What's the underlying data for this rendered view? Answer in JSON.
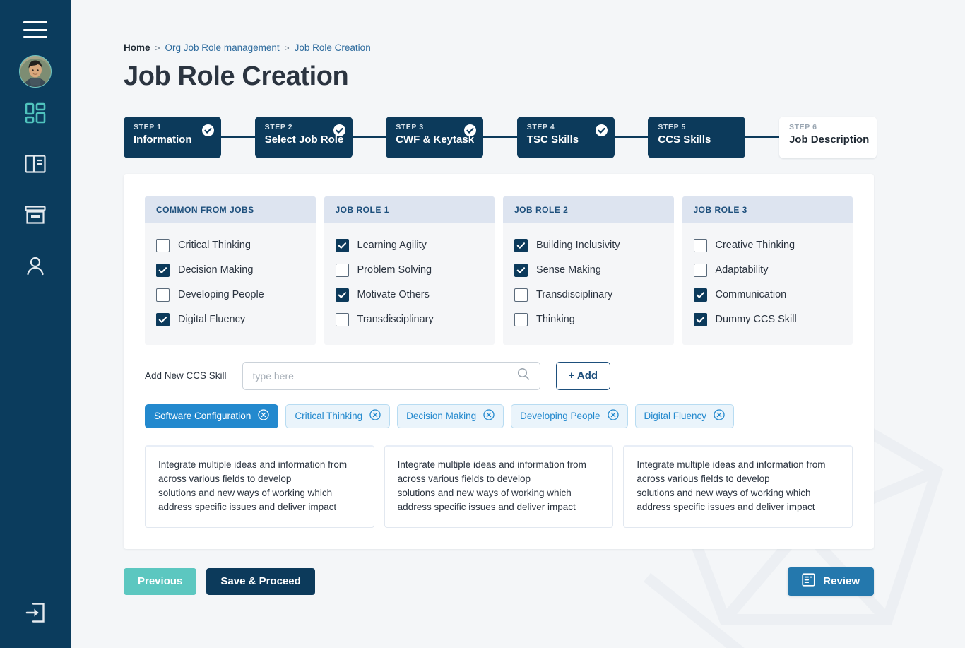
{
  "sidebar": {
    "menu_icon": "hamburger-menu-icon",
    "avatar_alt": "user-avatar",
    "items": [
      {
        "icon": "dashboard-grid-icon",
        "active": true
      },
      {
        "icon": "layout-panel-icon",
        "active": false
      },
      {
        "icon": "archive-box-icon",
        "active": false
      },
      {
        "icon": "person-icon",
        "active": false
      }
    ],
    "logout_icon": "logout-icon"
  },
  "breadcrumb": {
    "home": "Home",
    "separator": ">",
    "parent": "Org Job Role management",
    "current": "Job Role Creation"
  },
  "page": {
    "title": "Job Role Creation"
  },
  "stepper": {
    "steps": [
      {
        "num": "STEP 1",
        "name": "Information",
        "state": "done"
      },
      {
        "num": "STEP 2",
        "name": "Select Job Role",
        "state": "done"
      },
      {
        "num": "STEP 3",
        "name": "CWF & Keytask",
        "state": "done"
      },
      {
        "num": "STEP 4",
        "name": "TSC Skills",
        "state": "done"
      },
      {
        "num": "STEP 5",
        "name": "CCS Skills",
        "state": "active"
      },
      {
        "num": "STEP 6",
        "name": "Job Description",
        "state": "inactive"
      }
    ]
  },
  "columns": [
    {
      "title": "COMMON FROM JOBS",
      "items": [
        {
          "label": "Critical Thinking",
          "checked": false
        },
        {
          "label": "Decision Making",
          "checked": true
        },
        {
          "label": "Developing People",
          "checked": false
        },
        {
          "label": "Digital Fluency",
          "checked": true
        }
      ]
    },
    {
      "title": "JOB ROLE 1",
      "items": [
        {
          "label": "Learning Agility",
          "checked": true
        },
        {
          "label": "Problem Solving",
          "checked": false
        },
        {
          "label": "Motivate Others",
          "checked": true
        },
        {
          "label": "Transdisciplinary",
          "checked": false
        }
      ]
    },
    {
      "title": "JOB ROLE 2",
      "items": [
        {
          "label": "Building Inclusivity",
          "checked": true
        },
        {
          "label": "Sense Making",
          "checked": true
        },
        {
          "label": "Transdisciplinary",
          "checked": false
        },
        {
          "label": "Thinking",
          "checked": false
        }
      ]
    },
    {
      "title": "JOB ROLE 3",
      "items": [
        {
          "label": "Creative Thinking",
          "checked": false
        },
        {
          "label": "Adaptability",
          "checked": false
        },
        {
          "label": "Communication",
          "checked": true
        },
        {
          "label": "Dummy CCS Skill",
          "checked": true
        }
      ]
    }
  ],
  "add_skill": {
    "label": "Add New CCS Skill",
    "input_value": "",
    "placeholder": "type here",
    "search_icon": "search-icon",
    "add_button": "+ Add"
  },
  "tags": [
    {
      "label": "Software Configuration",
      "primary": true
    },
    {
      "label": "Critical Thinking",
      "primary": false
    },
    {
      "label": "Decision Making",
      "primary": false
    },
    {
      "label": "Developing People",
      "primary": false
    },
    {
      "label": "Digital Fluency",
      "primary": false
    }
  ],
  "descriptions": [
    "Integrate multiple ideas and information from across various fields to develop\nsolutions and new ways of working which address specific issues and deliver impact",
    "Integrate multiple ideas and information from across various fields to develop\nsolutions and new ways of working which address specific issues and deliver impact",
    "Integrate multiple ideas and information from across various fields to develop\nsolutions and new ways of working which address specific issues and deliver impact"
  ],
  "footer": {
    "previous": "Previous",
    "save": "Save & Proceed",
    "review": "Review",
    "review_icon": "document-list-icon"
  },
  "colors": {
    "navy": "#0c3a5b",
    "sidebar": "#0b3c5d",
    "teal": "#5cc7c0",
    "blue": "#2389ce",
    "review_blue": "#2478ad",
    "col_header": "#dde4f0",
    "col_body": "#f5f6f8",
    "page_bg": "#f4f6f8"
  }
}
